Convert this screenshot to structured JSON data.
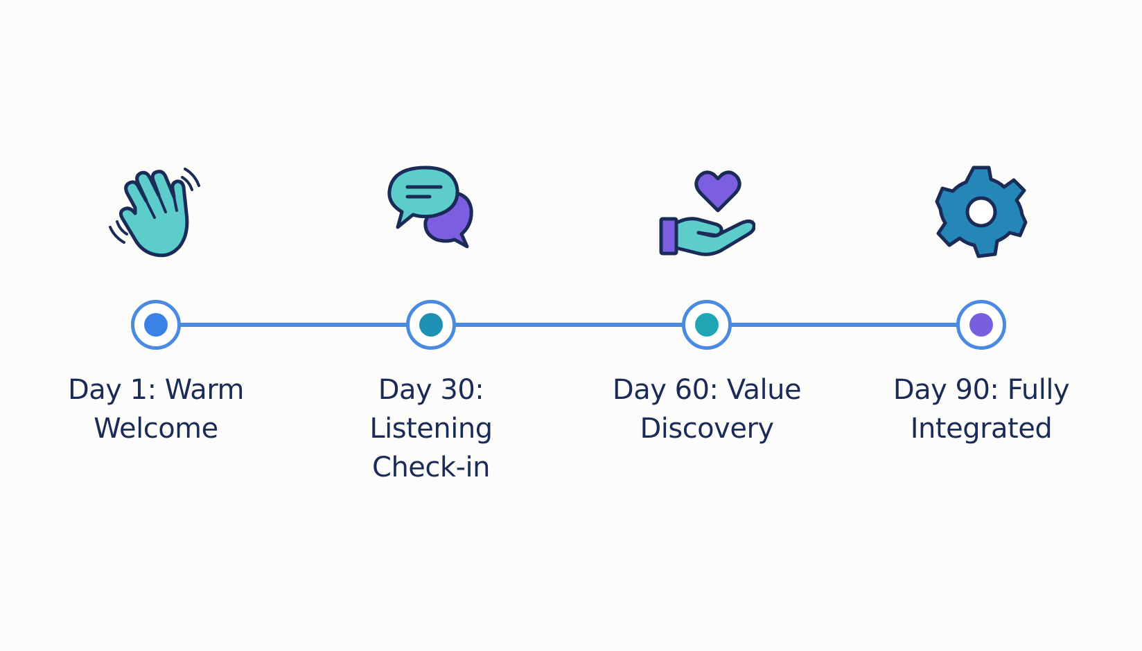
{
  "stages": [
    {
      "icon": "waving-hand-icon",
      "lines": [
        "Day 1: Warm",
        "Welcome"
      ],
      "dot_color": "#3b82e6"
    },
    {
      "icon": "chat-bubbles-icon",
      "lines": [
        "Day 30:",
        "Listening",
        "Check-in"
      ],
      "dot_color": "#1e90b4"
    },
    {
      "icon": "heart-in-hand-icon",
      "lines": [
        "Day 60: Value",
        "Discovery"
      ],
      "dot_color": "#1ea6b4"
    },
    {
      "icon": "gear-icon",
      "lines": [
        "Day 90: Fully",
        "Integrated"
      ],
      "dot_color": "#7a5ee0"
    }
  ],
  "colors": {
    "track": "#4a8ae0",
    "text": "#1a2b57",
    "outline": "#1a2b57",
    "teal": "#5ccdca",
    "purple": "#7b5fe0",
    "gear_blue": "#2586b8"
  }
}
